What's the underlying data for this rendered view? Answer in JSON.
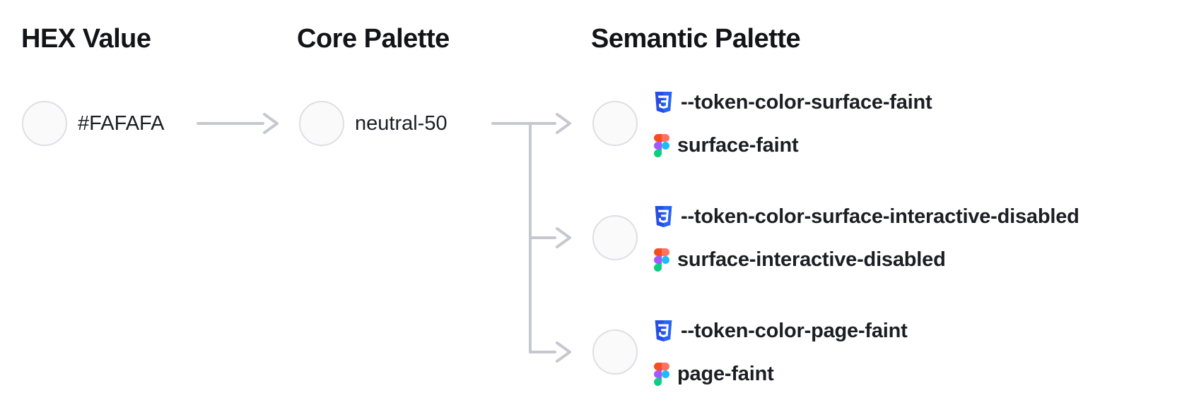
{
  "diagram": {
    "headers": {
      "hex": "HEX Value",
      "core": "Core Palette",
      "semantic": "Semantic Palette"
    },
    "hex": {
      "value": "#FAFAFA"
    },
    "core": {
      "name": "neutral-50"
    },
    "semantic": {
      "items": [
        {
          "css_token": "--token-color-surface-faint",
          "figma_name": "surface-faint"
        },
        {
          "css_token": "--token-color-surface-interactive-disabled",
          "figma_name": "surface-interactive-disabled"
        },
        {
          "css_token": "--token-color-page-faint",
          "figma_name": "page-faint"
        }
      ]
    },
    "icons": {
      "css": "css3-shield-icon",
      "figma": "figma-logo-icon",
      "arrow": "arrow-right-connector"
    }
  },
  "colors": {
    "swatch-fill": "#FAFAFA",
    "swatch-border": "#DDDFE4",
    "connector": "#C5C8CE",
    "heading-text": "#131418",
    "value-text": "#1C1E23",
    "token-text": "#1C1E23",
    "css-badge-left": "#264DE4",
    "css-badge-right": "#2965F1",
    "css-badge-glyph": "#FFFFFF",
    "figma-red": "#F24E1E",
    "figma-salmon": "#FF7262",
    "figma-purple": "#A259FF",
    "figma-blue": "#1ABCFE",
    "figma-green": "#0ACF83"
  }
}
